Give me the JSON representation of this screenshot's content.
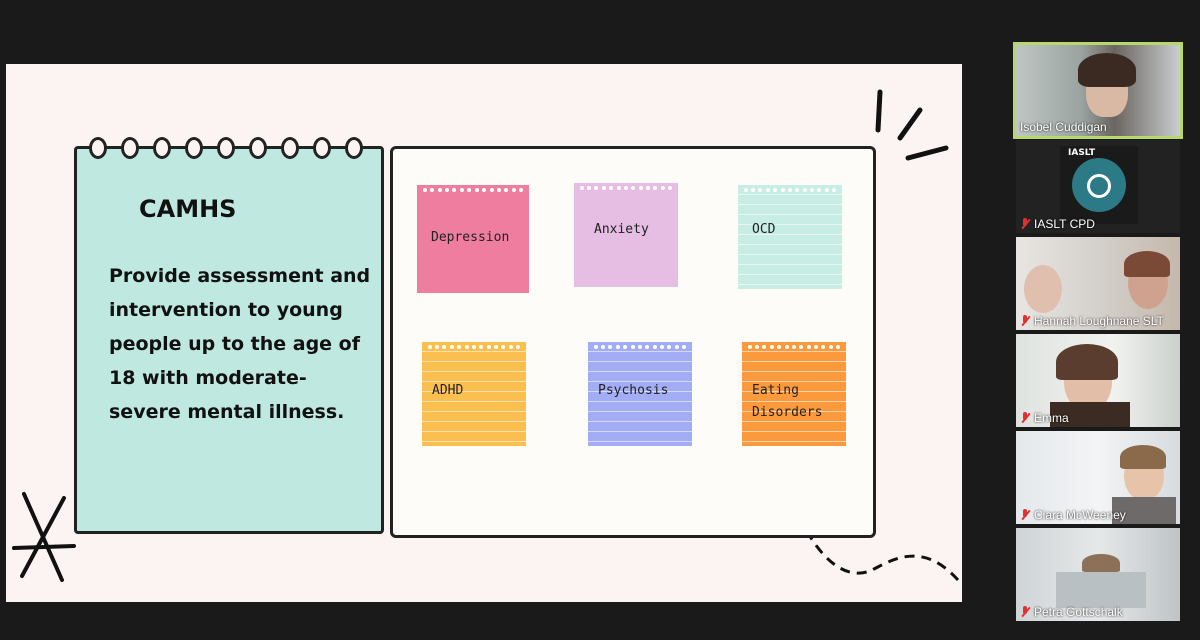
{
  "slide": {
    "notepad": {
      "title": "CAMHS",
      "body": "Provide assessment and intervention to young people up to the age of 18 with moderate-severe mental illness."
    },
    "notes": [
      {
        "label": "Depression",
        "color": "#ee7da0"
      },
      {
        "label": "Anxiety",
        "color": "#e6bde3"
      },
      {
        "label": "OCD",
        "color": "#c8ede5"
      },
      {
        "label": "ADHD",
        "color": "#fbbf4f"
      },
      {
        "label": "Psychosis",
        "color": "#a3adf5"
      },
      {
        "label": "Eating\nDisorders",
        "color": "#fb9a3c"
      }
    ]
  },
  "participants": [
    {
      "name": "Isobel Cuddigan",
      "muted": false,
      "active": true
    },
    {
      "name": "IASLT CPD",
      "muted": true,
      "logo_text": "IASLT"
    },
    {
      "name": "Hannah Loughnane SLT",
      "muted": true
    },
    {
      "name": "Emma",
      "muted": true
    },
    {
      "name": "Ciara McWeeney",
      "muted": true
    },
    {
      "name": "Petra Gottschalk",
      "muted": true
    }
  ],
  "colors": {
    "active_border": "#b9d86b",
    "muted_icon": "#e03131"
  }
}
